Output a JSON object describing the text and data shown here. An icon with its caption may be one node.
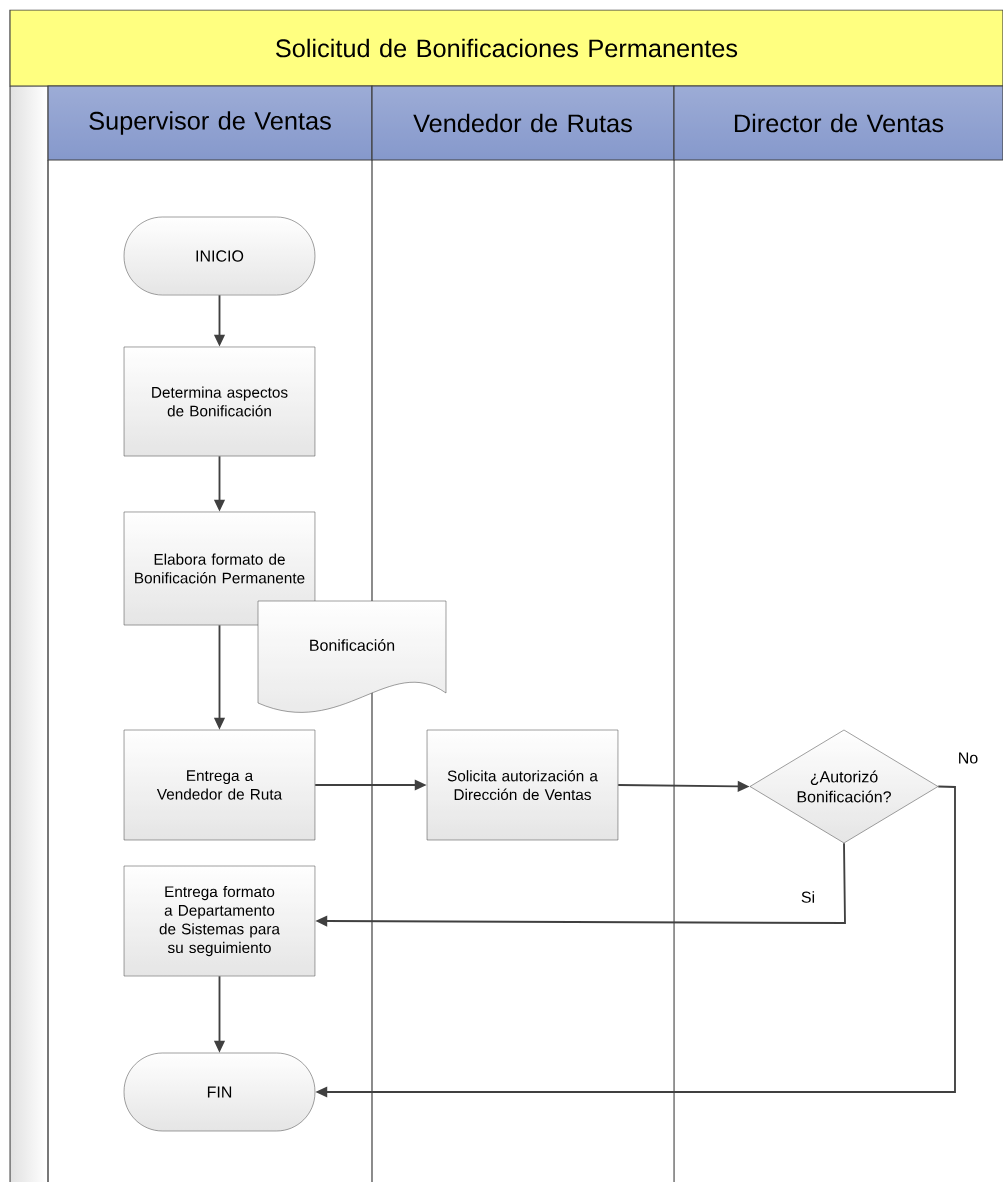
{
  "diagram": {
    "nodes": [
      {
        "text": [
          "Solicitud de Bonificaciones Permanentes"
        ]
      },
      {
        "text": [
          "Supervisor de Ventas"
        ]
      },
      {
        "text": [
          "Vendedor de Rutas"
        ]
      },
      {
        "text": [
          "Director de Ventas"
        ]
      },
      {
        "text": [
          "INICIO"
        ]
      },
      {
        "text": [
          "Determina aspectos de Bonificación"
        ]
      },
      {
        "text": [
          "Elabora formato de Bonificación Permanente"
        ]
      },
      {
        "text": [
          "Bonificación"
        ]
      },
      {
        "text": [
          "Entrega a Vendedor de Ruta"
        ]
      },
      {
        "text": [
          "Solicita autorización a Dirección de Ventas"
        ]
      },
      {
        "text": [
          "¿Autorizó Bonificación?"
        ]
      },
      {
        "text": [
          "Entrega formato a Departamento de Sistemas para su seguimiento"
        ]
      },
      {
        "text": [
          "FIN"
        ]
      }
    ],
    "edges": [
      {
        "from": 4,
        "to": 5,
        "arrow": "to"
      },
      {
        "from": 5,
        "to": 6,
        "arrow": "to"
      },
      {
        "from": 6,
        "to": 8,
        "arrow": "to"
      },
      {
        "from": 8,
        "to": 9,
        "arrow": "to"
      },
      {
        "from": 9,
        "to": 10,
        "arrow": "to"
      },
      {
        "from": 10,
        "to": 11,
        "arrow": "to",
        "label": "Si"
      },
      {
        "from": 10,
        "to": 12,
        "arrow": "to",
        "label": "No"
      },
      {
        "from": 11,
        "to": 12,
        "arrow": "to"
      }
    ]
  }
}
